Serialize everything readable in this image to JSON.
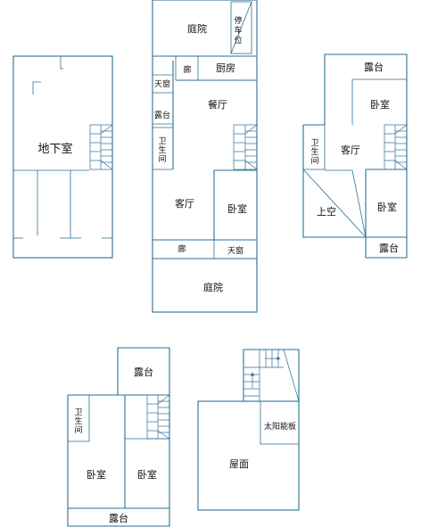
{
  "colors": {
    "wall": "#2b6f96",
    "text": "#111111",
    "background": "#ffffff"
  },
  "basement": {
    "room": "地下室"
  },
  "ground_floor": {
    "courtyard_top": "庭院",
    "parking": "停车位",
    "corridor_top": "廊",
    "kitchen": "厨房",
    "skylight_left": "天窗",
    "terrace": "露台",
    "dining": "餐厅",
    "bathroom": "卫生间",
    "living": "客厅",
    "bedroom": "卧室",
    "corridor_bottom": "廊",
    "skylight_bottom": "天窗",
    "courtyard_bottom": "庭院"
  },
  "second_floor": {
    "terrace_top": "露台",
    "bedroom_top": "卧室",
    "bathroom": "卫生间",
    "living": "客厅",
    "void": "上空",
    "bedroom_right": "卧室",
    "terrace_bottom": "露台"
  },
  "third_floor": {
    "terrace_top": "露台",
    "bathroom": "卫生间",
    "bedroom_left": "卧室",
    "bedroom_right": "卧室",
    "terrace_bottom": "露台"
  },
  "roof_floor": {
    "solar_panel": "太阳能板",
    "roof": "屋面"
  }
}
